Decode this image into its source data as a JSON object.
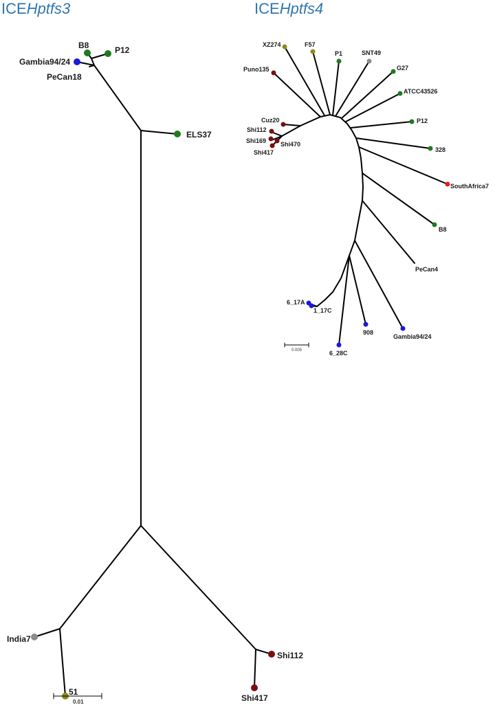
{
  "titles": {
    "left_prefix": "ICE",
    "left_italic": "Hptfs3",
    "right_prefix": "ICE",
    "right_italic": "Hptfs4"
  },
  "colors": {
    "title": "#2f76b0",
    "green": "#1f7a1f",
    "blue": "#1a1ad6",
    "grey": "#8c8c8c",
    "olive": "#8a8a1e",
    "darkred": "#7a0f0f",
    "red": "#e02020"
  },
  "tree_left": {
    "scale_label": "0.01",
    "leaves": [
      {
        "label": "B8",
        "color": "green"
      },
      {
        "label": "P12",
        "color": "green"
      },
      {
        "label": "Gambia94/24",
        "color": "blue"
      },
      {
        "label": "PeCan18",
        "color": "green"
      },
      {
        "label": "ELS37",
        "color": "green"
      },
      {
        "label": "India7",
        "color": "grey"
      },
      {
        "label": "51",
        "color": "olive"
      },
      {
        "label": "Shi112",
        "color": "darkred"
      },
      {
        "label": "Shi417",
        "color": "darkred"
      }
    ]
  },
  "tree_right": {
    "scale_label": "0.005",
    "leaves": [
      {
        "label": "XZ274",
        "color": "olive"
      },
      {
        "label": "F57",
        "color": "olive"
      },
      {
        "label": "P1",
        "color": "green"
      },
      {
        "label": "SNT49",
        "color": "grey"
      },
      {
        "label": "G27",
        "color": "green"
      },
      {
        "label": "ATCC43526",
        "color": "green"
      },
      {
        "label": "Puno135",
        "color": "darkred"
      },
      {
        "label": "Cuz20",
        "color": "darkred"
      },
      {
        "label": "Shi112",
        "color": "darkred"
      },
      {
        "label": "Shi169",
        "color": "darkred"
      },
      {
        "label": "Shi470",
        "color": "darkred"
      },
      {
        "label": "Shi417",
        "color": "darkred"
      },
      {
        "label": "P12",
        "color": "green"
      },
      {
        "label": "328",
        "color": "green"
      },
      {
        "label": "SouthAfrica7",
        "color": "red"
      },
      {
        "label": "B8",
        "color": "green"
      },
      {
        "label": "PeCan4",
        "color": "green"
      },
      {
        "label": "6_17A",
        "color": "blue"
      },
      {
        "label": "1_17C",
        "color": "blue"
      },
      {
        "label": "908",
        "color": "blue"
      },
      {
        "label": "Gambia94/24",
        "color": "blue"
      },
      {
        "label": "6_28C",
        "color": "blue"
      }
    ]
  }
}
